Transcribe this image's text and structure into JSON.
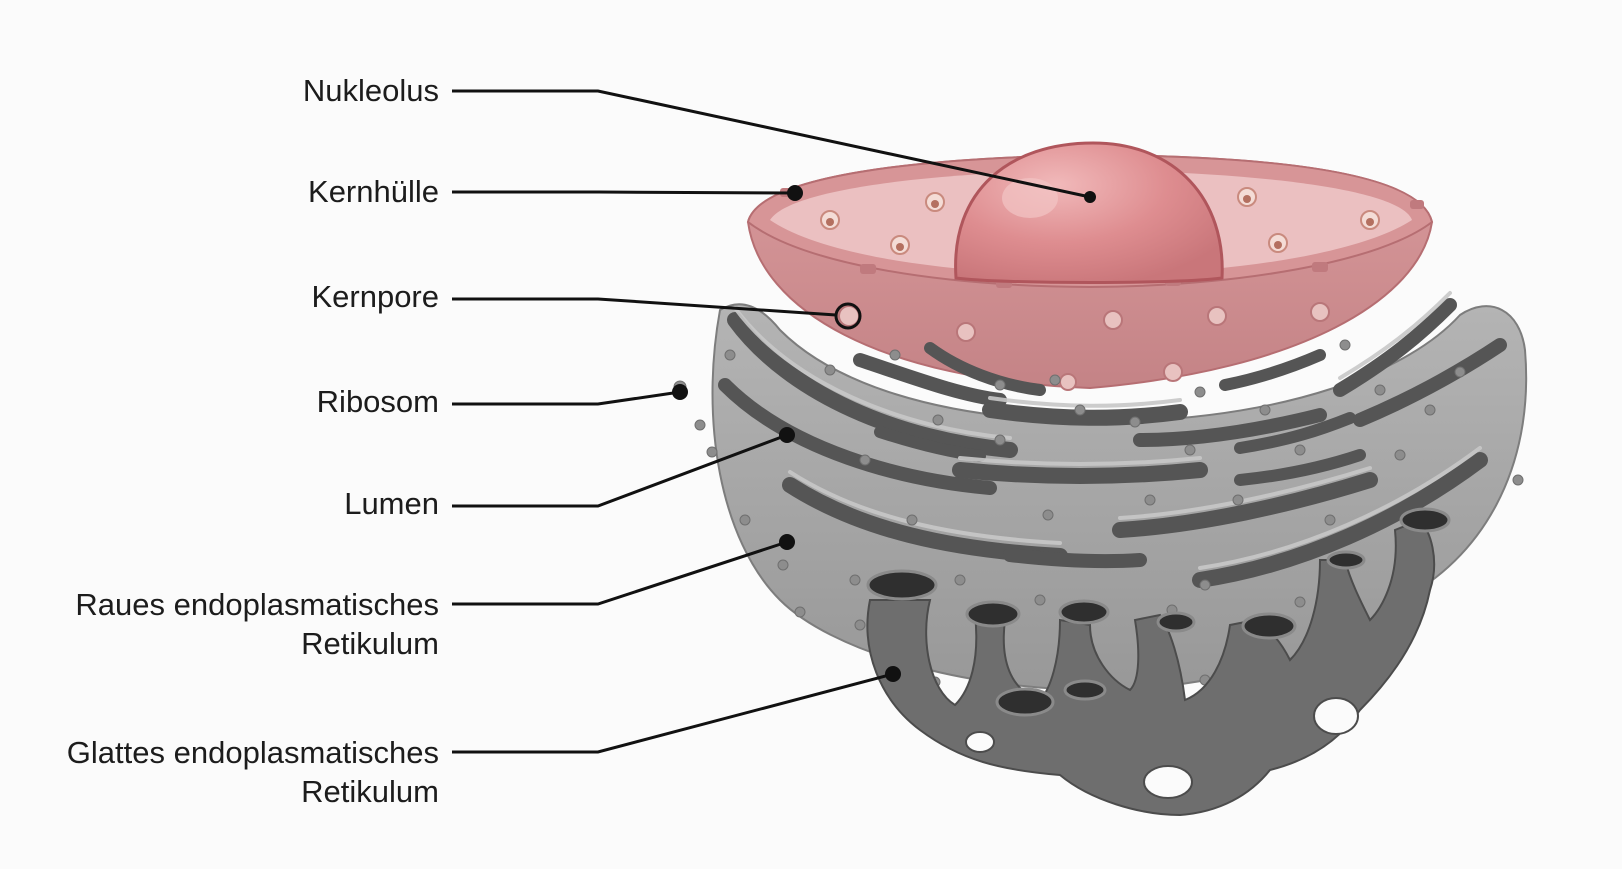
{
  "labels": {
    "nucleolus": "Nukleolus",
    "nuclear_envelope": "Kernhülle",
    "nuclear_pore": "Kernpore",
    "ribosome": "Ribosom",
    "lumen": "Lumen",
    "rough_er_line1": "Raues endoplasmatisches",
    "rough_er_line2": "Retikulum",
    "smooth_er_line1": "Glattes endoplasmatisches",
    "smooth_er_line2": "Retikulum"
  },
  "colors": {
    "background": "#fbfbfb",
    "nucleus": "#d08c8f",
    "nucleus_inner": "#e9b7b8",
    "nucleolus": "#dd8a8d",
    "rough_er": "#a7a7a7",
    "rough_er_dark": "#5a5a5a",
    "smooth_er": "#6a6a6a",
    "ribosome": "#8b8b8b",
    "leader_line": "#111111"
  }
}
